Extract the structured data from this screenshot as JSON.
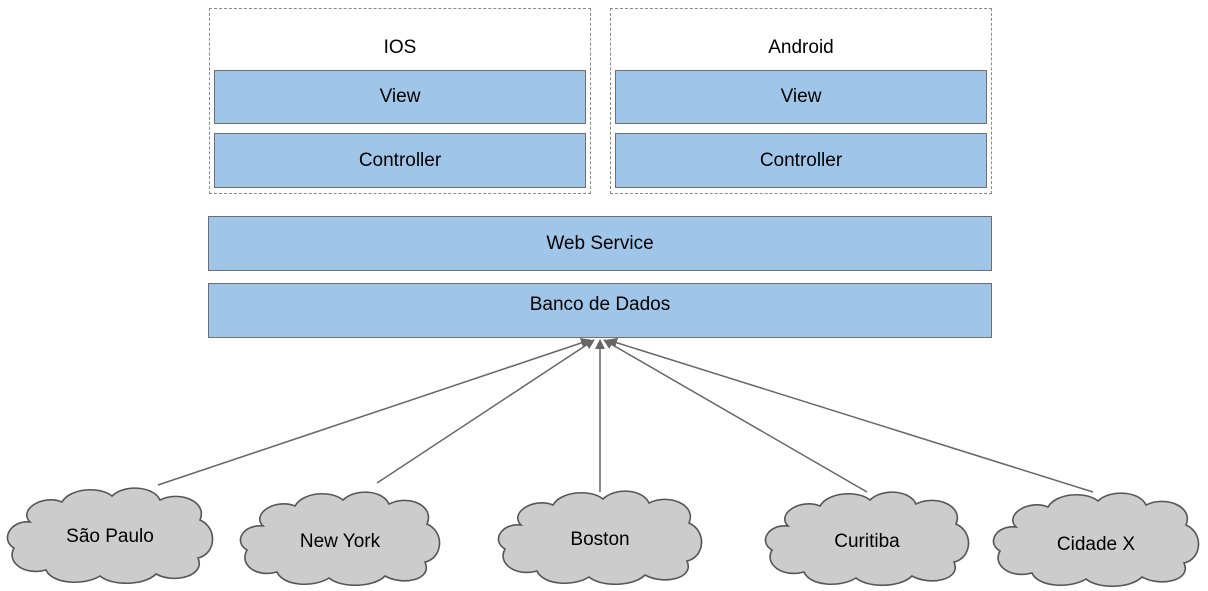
{
  "groups": {
    "ios": {
      "title": "IOS",
      "view": "View",
      "controller": "Controller"
    },
    "android": {
      "title": "Android",
      "view": "View",
      "controller": "Controller"
    }
  },
  "layers": {
    "web_service": "Web Service",
    "database": "Banco de Dados"
  },
  "sources": [
    "São Paulo",
    "New York",
    "Boston",
    "Curitiba",
    "Cidade X"
  ],
  "colors": {
    "box_fill": "#9fc5e8",
    "box_border": "#6f6f6f",
    "cloud_fill": "#cccccc",
    "cloud_border": "#555555",
    "group_border": "#8a8a8a",
    "connector": "#666666"
  }
}
